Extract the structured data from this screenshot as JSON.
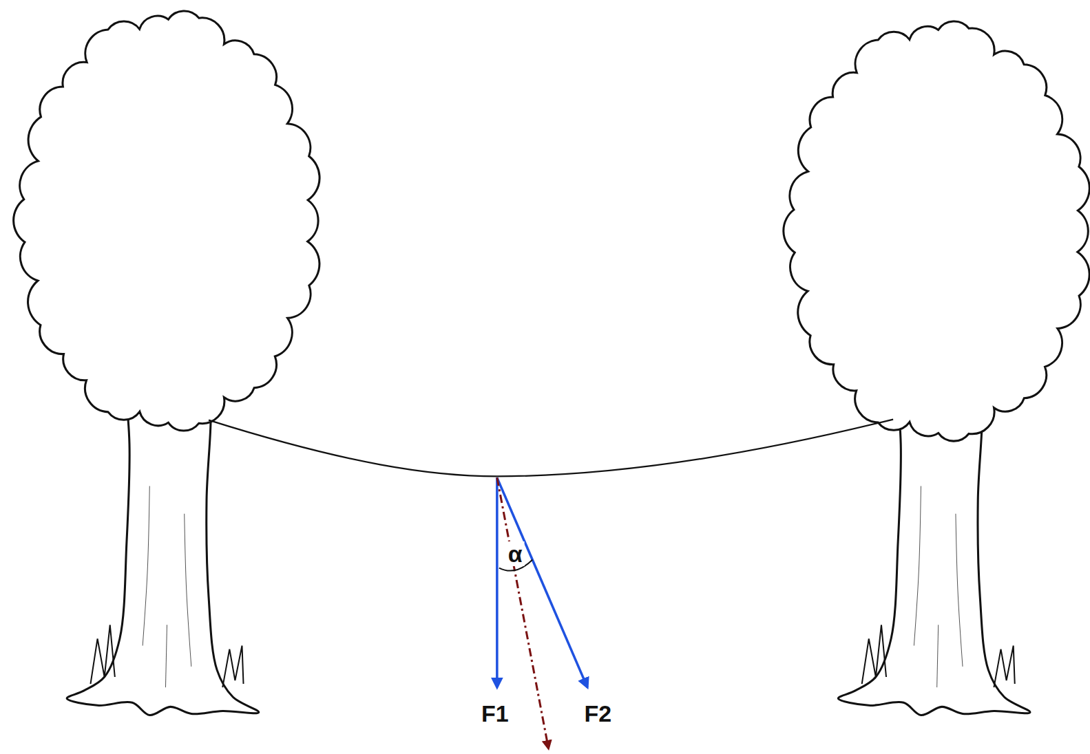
{
  "diagram": {
    "labels": [
      "α",
      "F1",
      "F2"
    ]
  }
}
